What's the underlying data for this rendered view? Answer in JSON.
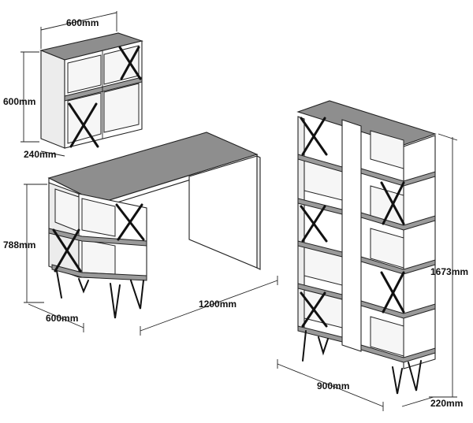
{
  "dimensions": {
    "wall_shelf_width": "600mm",
    "wall_shelf_height": "600mm",
    "wall_shelf_depth": "240mm",
    "desk_height": "788mm",
    "desk_depth": "600mm",
    "desk_width": "1200mm",
    "bookcase_height": "1673mm",
    "bookcase_width": "900mm",
    "bookcase_depth": "220mm"
  },
  "colors": {
    "top_surface": "#8e8e8e",
    "panel": "#ffffff",
    "metal": "#111111",
    "line": "#222222"
  }
}
